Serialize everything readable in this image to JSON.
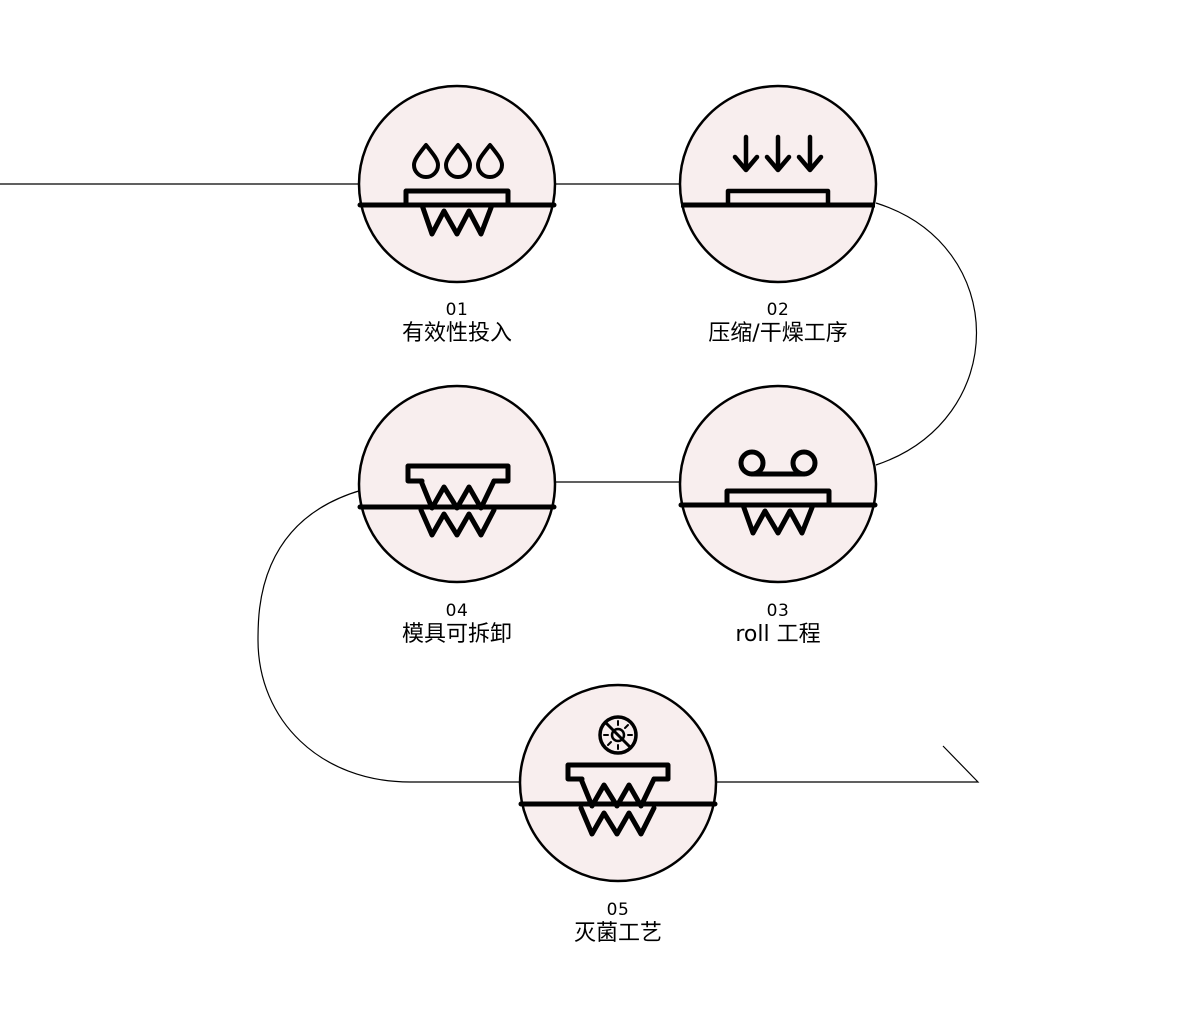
{
  "colors": {
    "circle_fill": "#f8eeee",
    "stroke": "#000000",
    "background": "#ffffff"
  },
  "steps": [
    {
      "number": "01",
      "name": "有效性投入",
      "icon": "water-drops-mold-icon"
    },
    {
      "number": "02",
      "name": "压缩/干燥工序",
      "icon": "press-arrows-icon"
    },
    {
      "number": "03",
      "name": "roll 工程",
      "icon": "roller-mold-icon"
    },
    {
      "number": "04",
      "name": "模具可拆卸",
      "icon": "detachable-mold-icon"
    },
    {
      "number": "05",
      "name": "灭菌工艺",
      "icon": "sterilization-mold-icon"
    }
  ]
}
